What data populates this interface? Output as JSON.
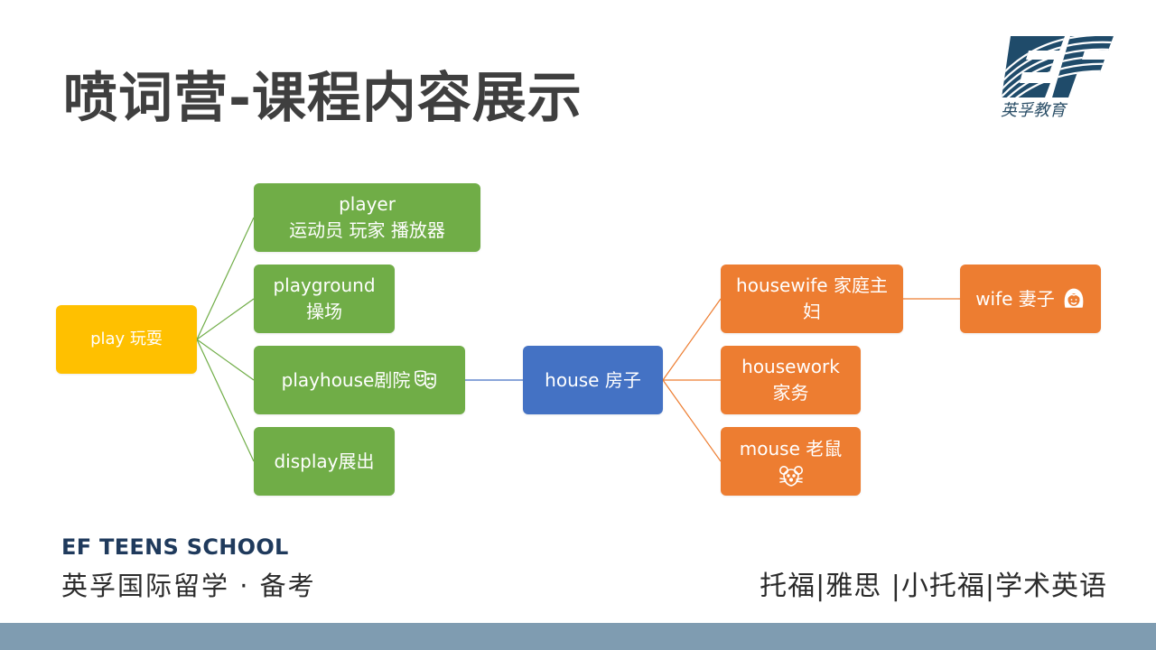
{
  "slide": {
    "title": "喷词营-课程内容展示",
    "logo_text": "英孚教育"
  },
  "nodes": {
    "play": {
      "text": "play 玩耍"
    },
    "player": {
      "line1": "player",
      "line2": "运动员 玩家 播放器"
    },
    "playground": {
      "line1": "playground",
      "line2": "操场"
    },
    "playhouse": {
      "text": "playhouse剧院",
      "icon": "theater-masks-icon"
    },
    "display": {
      "text": "display展出"
    },
    "house": {
      "text": "house 房子"
    },
    "housewife": {
      "line1": "housewife 家庭主",
      "line2": "妇"
    },
    "wife": {
      "text": "wife 妻子",
      "icon": "woman-face-icon"
    },
    "housework": {
      "line1": "housework",
      "line2": "家务"
    },
    "mouse": {
      "text": "mouse 老鼠",
      "icon": "mouse-face-icon"
    }
  },
  "footer": {
    "school_name": "EF TEENS SCHOOL",
    "school_subtitle": "英孚国际留学 · 备考",
    "programs": "托福|雅思 |小托福|学术英语"
  },
  "colors": {
    "yellow": "#ffc000",
    "green": "#70ad47",
    "blue": "#4472c4",
    "orange": "#ed7d31",
    "footer_bar": "#7f9cb1"
  }
}
